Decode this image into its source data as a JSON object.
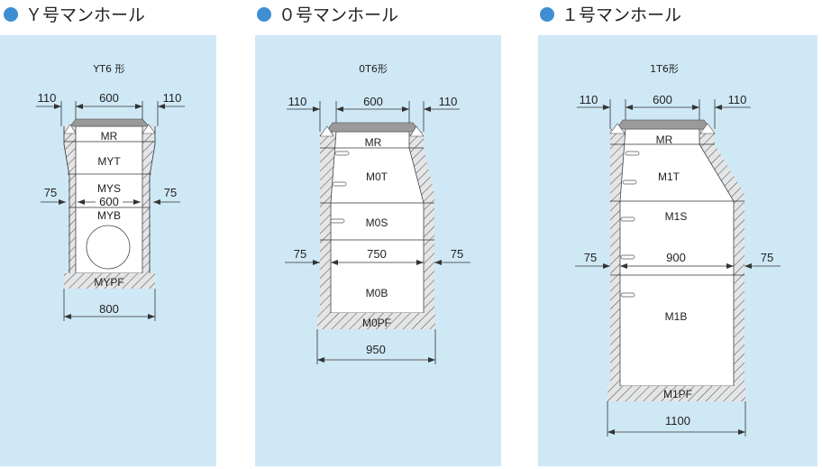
{
  "colors": {
    "bullet": "#3d8fd1",
    "panel": "#cfe8f6",
    "wall": "#e4e5e6"
  },
  "panels": [
    {
      "title": "Ｙ号マンホール",
      "type_label": "YT6 形",
      "dims": {
        "left_top": "110",
        "cover_width": "600",
        "right_top": "110",
        "left_wall": "75",
        "inner_width": "600",
        "right_wall": "75",
        "base_width": "800"
      },
      "parts": [
        "MR",
        "MYT",
        "MYS",
        "MYB",
        "MYPF"
      ]
    },
    {
      "title": "０号マンホール",
      "type_label": "0T6形",
      "dims": {
        "left_top": "110",
        "cover_width": "600",
        "right_top": "110",
        "left_wall": "75",
        "inner_width": "750",
        "right_wall": "75",
        "base_width": "950"
      },
      "parts": [
        "MR",
        "M0T",
        "M0S",
        "M0B",
        "M0PF"
      ]
    },
    {
      "title": "１号マンホール",
      "type_label": "1T6形",
      "dims": {
        "left_top": "110",
        "cover_width": "600",
        "right_top": "110",
        "left_wall": "75",
        "inner_width": "900",
        "right_wall": "75",
        "base_width": "1100"
      },
      "parts": [
        "MR",
        "M1T",
        "M1S",
        "M1B",
        "M1PF"
      ]
    }
  ]
}
